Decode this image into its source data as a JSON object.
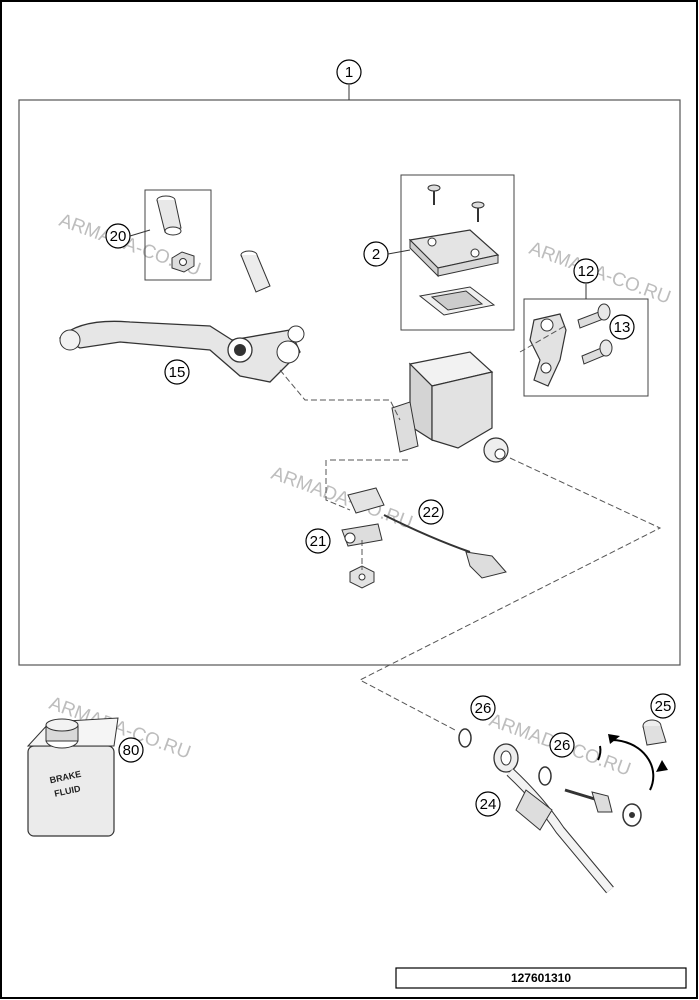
{
  "callouts": {
    "c1": "1",
    "c2": "2",
    "c12": "12",
    "c13": "13",
    "c15": "15",
    "c20": "20",
    "c21": "21",
    "c22": "22",
    "c24": "24",
    "c25": "25",
    "c26a": "26",
    "c26b": "26",
    "c80": "80"
  },
  "watermarks": {
    "w1": "ARMADA-CO.RU",
    "w2": "ARMADA-CO.RU",
    "w3": "ARMADA-CO.RU",
    "w4": "ARMADA-CO.RU",
    "w5": "ARMADA-CO.RU"
  },
  "bottle_label": {
    "line1": "BRAKE",
    "line2": "FLUID"
  },
  "part_number": "127601310"
}
